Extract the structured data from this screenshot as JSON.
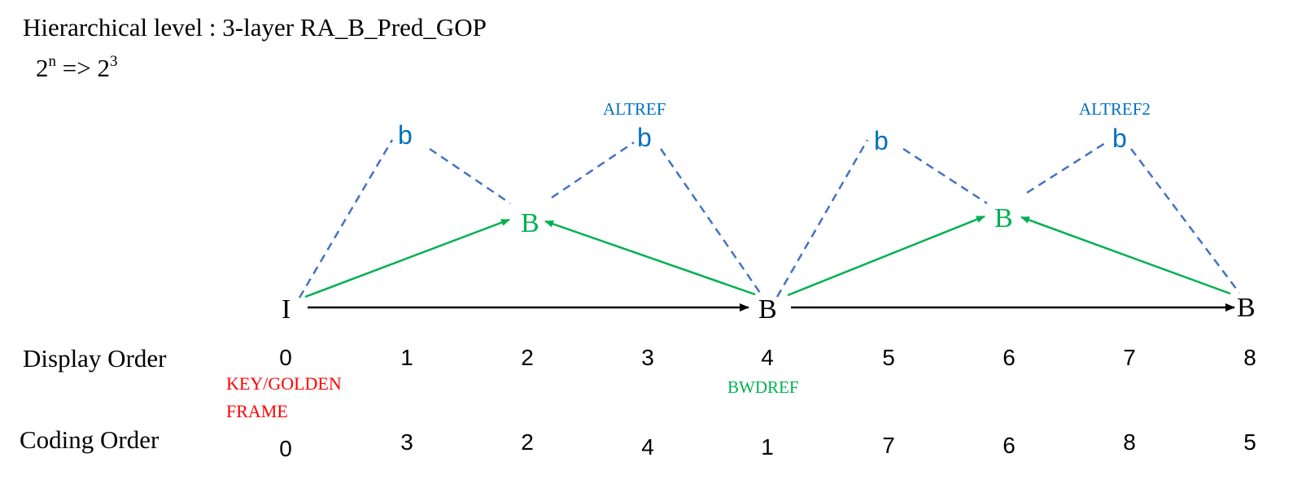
{
  "title": "Hierarchical level : 3-layer RA_B_Pred_GOP",
  "formula": {
    "base_left": "2",
    "exp_left": "n",
    "arrow": " => ",
    "base_right": "2",
    "exp_right": "3"
  },
  "colors": {
    "black": "#000000",
    "green": "#00B050",
    "blue": "#0070C0",
    "dash": "#4472C4",
    "red": "#FF0000"
  },
  "frames": {
    "I0": "I",
    "B4": "B",
    "B8": "B",
    "B2": "B",
    "B6": "B",
    "b1": "b",
    "b3": "b",
    "b5": "b",
    "b7": "b"
  },
  "annotations": {
    "altref": "ALTREF",
    "altref2": "ALTREF2",
    "key_golden_line1": "KEY/GOLDEN",
    "key_golden_line2": "FRAME",
    "bwdref": "BWDREF"
  },
  "display_order": {
    "label": "Display Order",
    "values": [
      "0",
      "1",
      "2",
      "3",
      "4",
      "5",
      "6",
      "7",
      "8"
    ]
  },
  "coding_order": {
    "label": "Coding Order",
    "values": [
      "0",
      "3",
      "2",
      "4",
      "1",
      "7",
      "6",
      "8",
      "5"
    ]
  }
}
